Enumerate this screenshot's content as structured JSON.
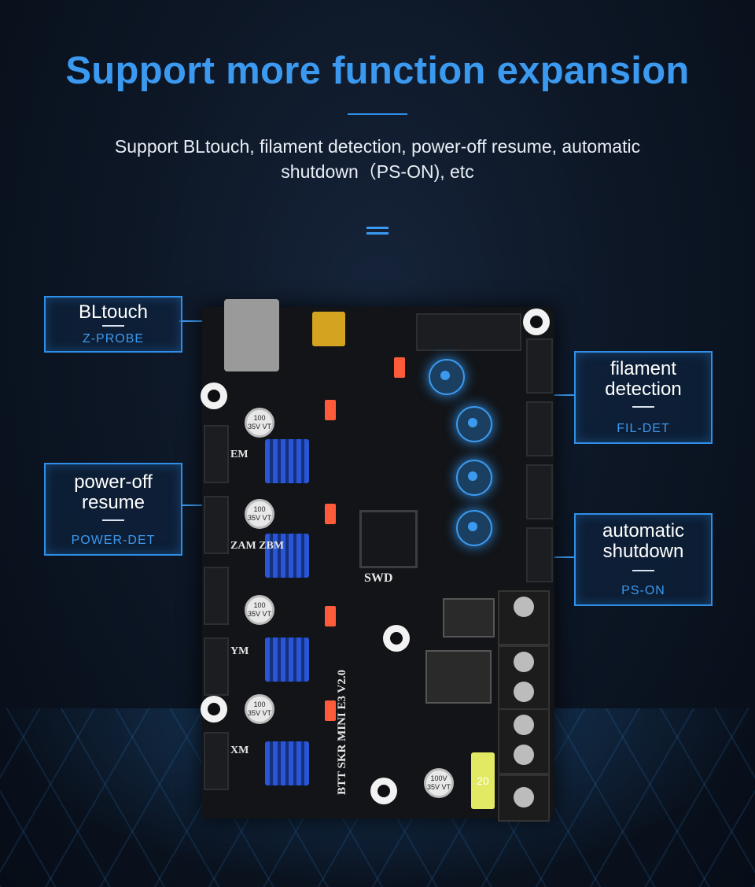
{
  "header": {
    "title": "Support more function expansion",
    "subtitle_line1": "Support BLtouch, filament detection, power-off resume, automatic",
    "subtitle_line2": "shutdown（PS-ON), etc"
  },
  "callouts": {
    "bltouch": {
      "label": "BLtouch",
      "tag": "Z-PROBE"
    },
    "filament": {
      "label_line1": "filament",
      "label_line2": "detection",
      "tag": "FIL-DET"
    },
    "power": {
      "label_line1": "power-off",
      "label_line2": "resume",
      "tag": "POWER-DET"
    },
    "shutdown": {
      "label_line1": "automatic",
      "label_line2": "shutdown",
      "tag": "PS-ON"
    }
  },
  "board": {
    "name": "BTT SKR MINI E3 V2.0",
    "swd": "SWD",
    "fuse": "20",
    "caps": [
      "100 35V VT",
      "100 35V VT",
      "100 35V VT",
      "100 35V VT",
      "100V 35V VT"
    ],
    "motor_labels": [
      "EM",
      "ZAM ZBM",
      "YM",
      "XM"
    ]
  },
  "colors": {
    "accent": "#2f8fe8",
    "title": "#3b9af0",
    "background": "#0d1726"
  }
}
